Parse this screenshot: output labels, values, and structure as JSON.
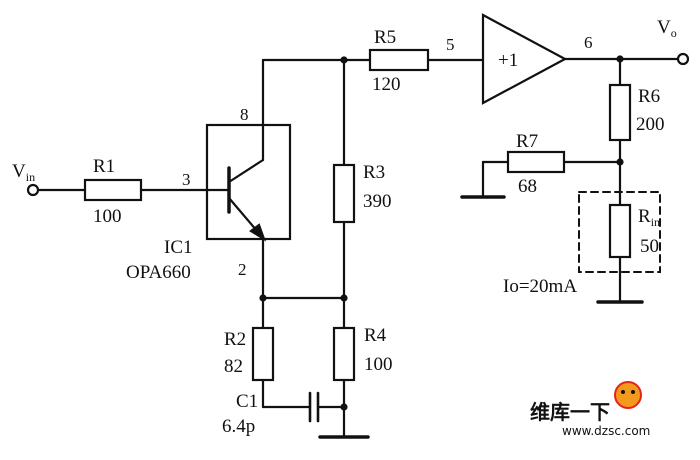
{
  "labels": {
    "vin": "V",
    "vin_sub": "in",
    "vo": "V",
    "vo_sub": "o",
    "r1": "R1",
    "r1_val": "100",
    "r2": "R2",
    "r2_val": "82",
    "r3": "R3",
    "r3_val": "390",
    "r4": "R4",
    "r4_val": "100",
    "r5": "R5",
    "r5_val": "120",
    "r6": "R6",
    "r6_val": "200",
    "r7": "R7",
    "r7_val": "68",
    "rin": "R",
    "rin_sub": "in",
    "rin_val": "50",
    "c1": "C1",
    "c1_val": "6.4p",
    "ic1": "IC1",
    "ic1_part": "OPA660",
    "buffer": "+1",
    "pin3": "3",
    "pin8": "8",
    "pin2": "2",
    "pin5": "5",
    "pin6": "6",
    "io": "Io=20mA"
  },
  "watermark": {
    "cn": "维库一下",
    "url": "www.dzsc.com"
  },
  "colors": {
    "line": "#111111",
    "watermark_red": "#e8221a",
    "watermark_orange": "#f39a1e"
  }
}
